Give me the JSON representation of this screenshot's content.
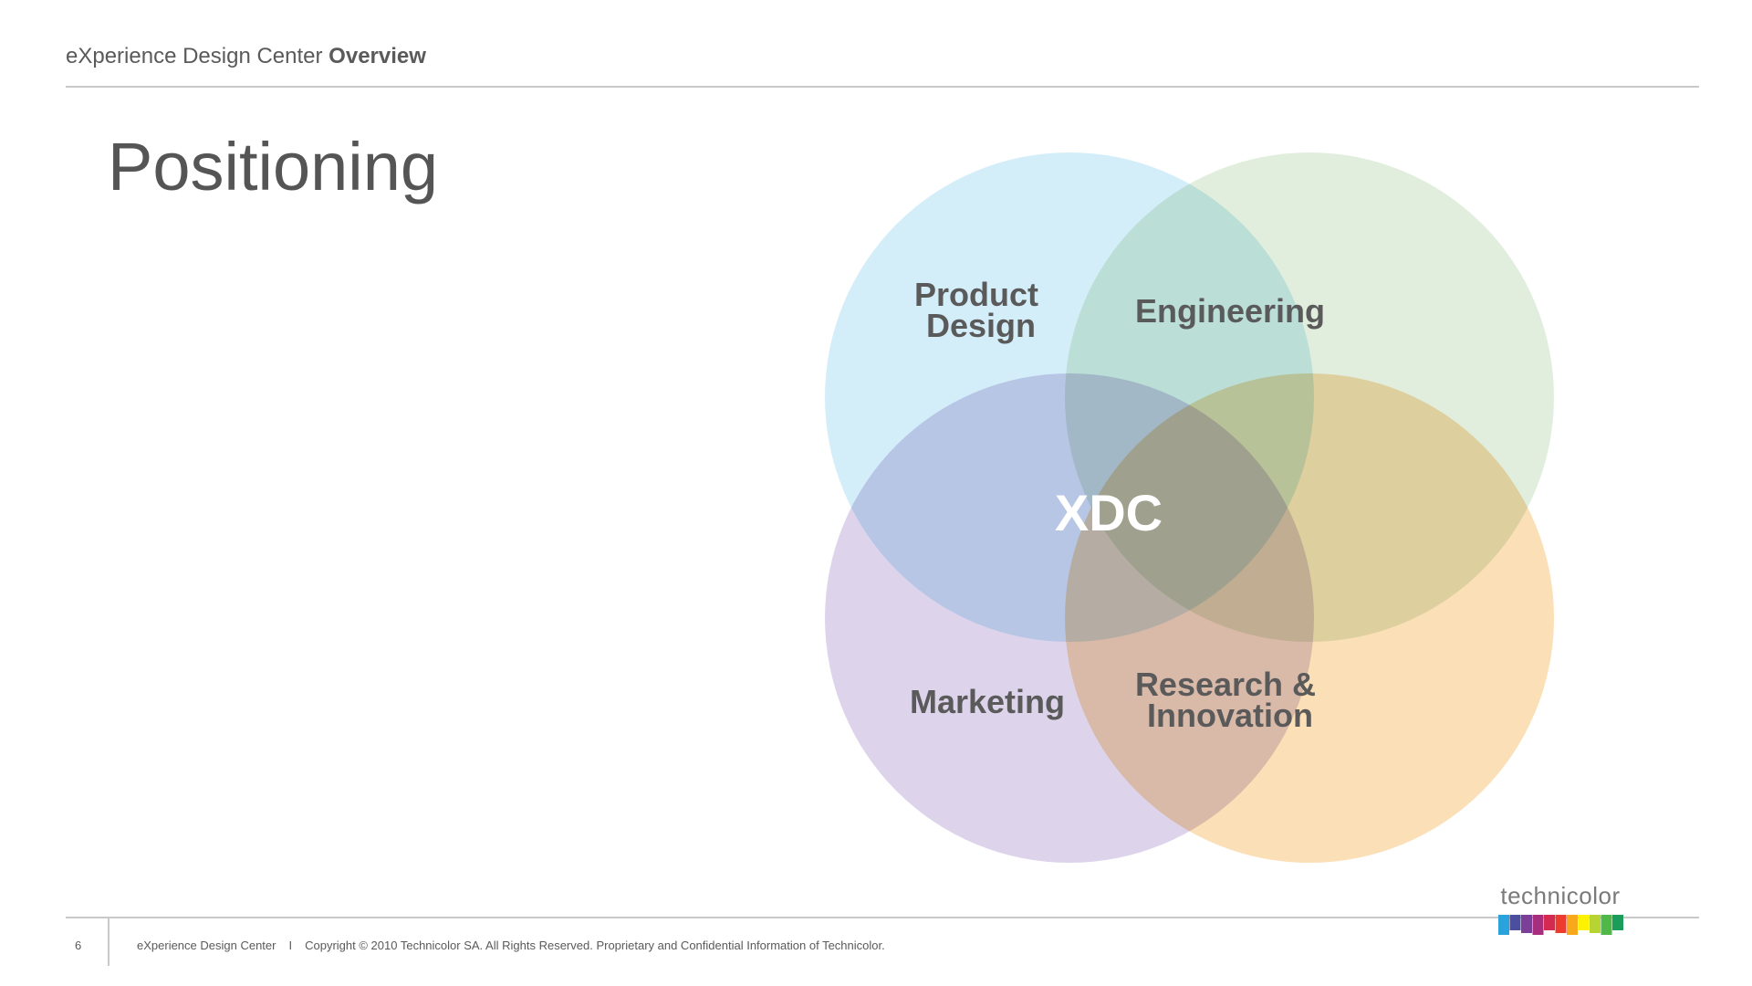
{
  "header": {
    "section": "eXperience Design Center",
    "section_bold": "Overview"
  },
  "title": "Positioning",
  "diagram": {
    "center_label": "XDC",
    "circles": [
      {
        "label_line1": "Product",
        "label_line2": "Design",
        "color": "#d4eef9"
      },
      {
        "label_line1": "Engineering",
        "label_line2": "",
        "color": "#e1eedd"
      },
      {
        "label_line1": "Marketing",
        "label_line2": "",
        "color": "#ddd4ec"
      },
      {
        "label_line1": "Research &",
        "label_line2": "Innovation",
        "color": "#fbdfb6"
      }
    ]
  },
  "footer": {
    "page_number": "6",
    "org": "eXperience Design Center",
    "separator": "I",
    "copyright": "Copyright © 2010 Technicolor SA.  All Rights Reserved. Proprietary and Confidential Information of Technicolor."
  },
  "logo": {
    "wordmark": "technicolor",
    "colors": [
      "#2aa2db",
      "#4c4fa0",
      "#7b3f98",
      "#a62e7c",
      "#d42a52",
      "#ee3b2f",
      "#f7a81b",
      "#fff200",
      "#b7d433",
      "#4fb848",
      "#1a9c5b"
    ]
  }
}
